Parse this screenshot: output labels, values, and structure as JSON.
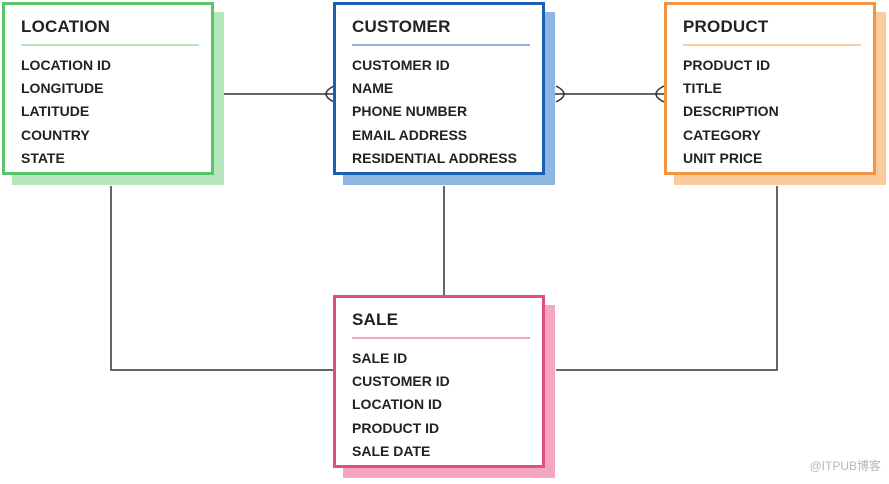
{
  "entities": {
    "location": {
      "title": "LOCATION",
      "fields": [
        "LOCATION ID",
        "LONGITUDE",
        "LATITUDE",
        "COUNTRY",
        "STATE"
      ],
      "border_color": "#5ac46a",
      "shadow_color": "#b5e6bc",
      "rule_color": "#b5e6bc"
    },
    "customer": {
      "title": "CUSTOMER",
      "fields": [
        "CUSTOMER ID",
        "NAME",
        "PHONE NUMBER",
        "EMAIL ADDRESS",
        "RESIDENTIAL ADDRESS"
      ],
      "border_color": "#1b5fb4",
      "shadow_color": "#8fb6e0",
      "rule_color": "#8fb6e0"
    },
    "product": {
      "title": "PRODUCT",
      "fields": [
        "PRODUCT ID",
        "TITLE",
        "DESCRIPTION",
        "CATEGORY",
        "UNIT PRICE"
      ],
      "border_color": "#f29444",
      "shadow_color": "#fbcb9f",
      "rule_color": "#fbcb9f"
    },
    "sale": {
      "title": "SALE",
      "fields": [
        "SALE ID",
        "CUSTOMER ID",
        "LOCATION ID",
        "PRODUCT ID",
        "SALE DATE"
      ],
      "border_color": "#e0507a",
      "shadow_color": "#f3a6bd",
      "rule_color": "#f3a6bd"
    }
  },
  "relationships": [
    {
      "from": "location",
      "to": "customer"
    },
    {
      "from": "customer",
      "to": "product"
    },
    {
      "from": "location",
      "to": "sale"
    },
    {
      "from": "customer",
      "to": "sale"
    },
    {
      "from": "product",
      "to": "sale"
    }
  ],
  "line_color": "#333333",
  "watermark": "@ITPUB博客"
}
